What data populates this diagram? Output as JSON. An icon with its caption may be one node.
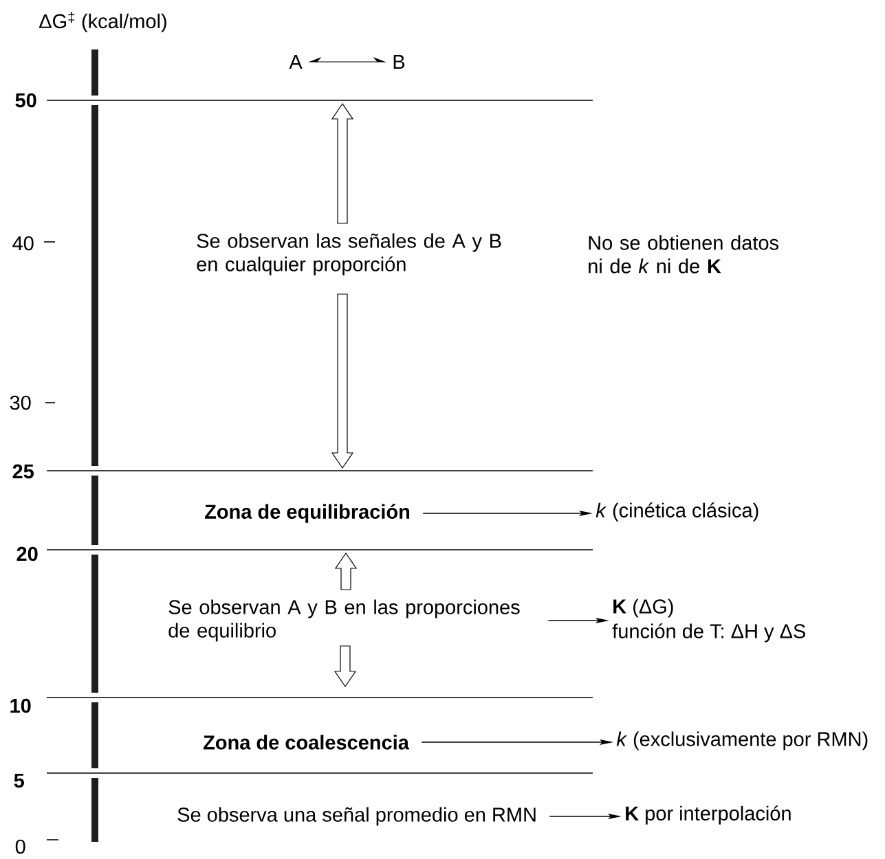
{
  "diagram": {
    "nodes": [
      {
        "text": [
          "Zona de equilibración"
        ]
      },
      {
        "text": [
          "*k* (cinética clásica)"
        ]
      },
      {
        "text": [
          "Se observan A y B en las proporciones de equilibrio"
        ]
      },
      {
        "text": [
          "**K** (ΔG)",
          "función de T: ΔH y ΔS"
        ]
      },
      {
        "text": [
          "Zona de coalescencia"
        ]
      },
      {
        "text": [
          "*k* (exclusivamente por RMN)"
        ]
      },
      {
        "text": [
          "Se observa una señal promedio en RMN"
        ]
      },
      {
        "text": [
          "**K** por interpolación"
        ]
      },
      {
        "text": [
          "A"
        ]
      },
      {
        "text": [
          "B"
        ]
      }
    ],
    "edges": [
      {
        "from": 0,
        "to": 1,
        "arrow": "to"
      },
      {
        "from": 2,
        "to": 3,
        "arrow": "to"
      },
      {
        "from": 4,
        "to": 5,
        "arrow": "to"
      },
      {
        "from": 6,
        "to": 7,
        "arrow": "to"
      },
      {
        "from": 8,
        "to": 9,
        "arrow": "both"
      }
    ],
    "labels": [
      "ΔG$^{‡}$ (kcal/mol)",
      "50",
      "40",
      "30",
      "25",
      "20",
      "10",
      "5",
      "0",
      "Se observan las señales de A y B en cualquier proporción",
      "No se obtienen datos ni de *k* ni de **K**"
    ]
  }
}
